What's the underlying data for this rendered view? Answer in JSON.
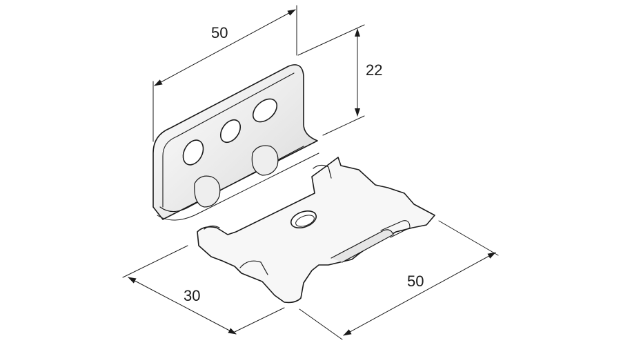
{
  "dimensions": {
    "top_width": "50",
    "height": "22",
    "depth": "30",
    "base_width": "50"
  },
  "colors": {
    "line": "#1a1a1a",
    "metal_light": "#f4f4f4",
    "metal_shade": "#d9d9d9",
    "background": "#ffffff"
  }
}
